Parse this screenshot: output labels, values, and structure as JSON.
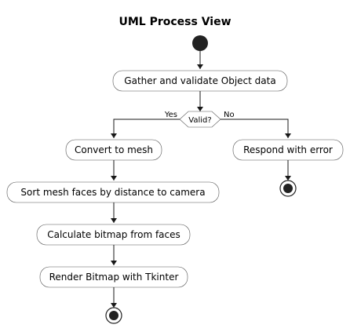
{
  "diagram": {
    "title": "UML Process View",
    "activities": {
      "gather": "Gather and validate Object data",
      "convert": "Convert to mesh",
      "respond": "Respond with error",
      "sort": "Sort mesh faces by distance to camera",
      "calculate": "Calculate bitmap from faces",
      "render": "Render Bitmap with Tkinter"
    },
    "decision": {
      "label": "Valid?",
      "yes": "Yes",
      "no": "No"
    }
  }
}
